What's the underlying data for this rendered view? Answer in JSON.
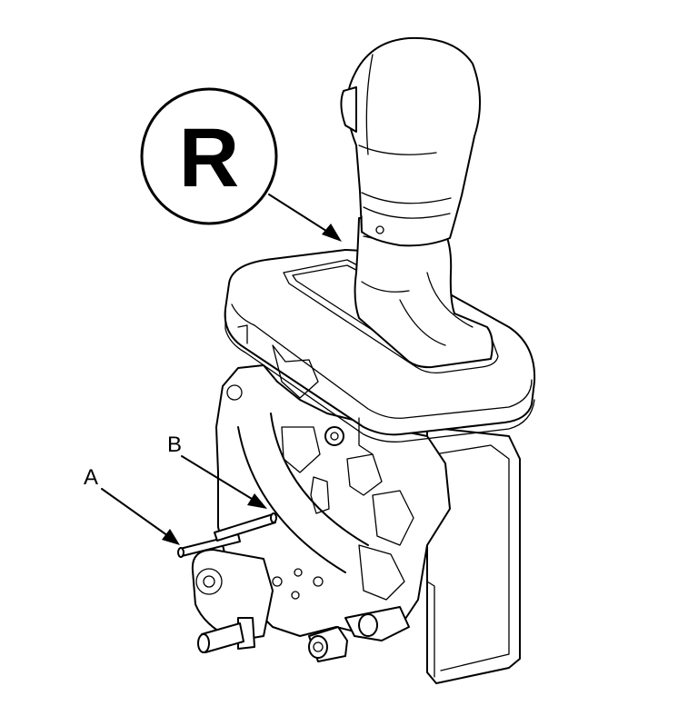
{
  "figure": {
    "badge_letter": "R",
    "callouts": [
      {
        "id": "A",
        "text": "A"
      },
      {
        "id": "B",
        "text": "B"
      }
    ]
  }
}
